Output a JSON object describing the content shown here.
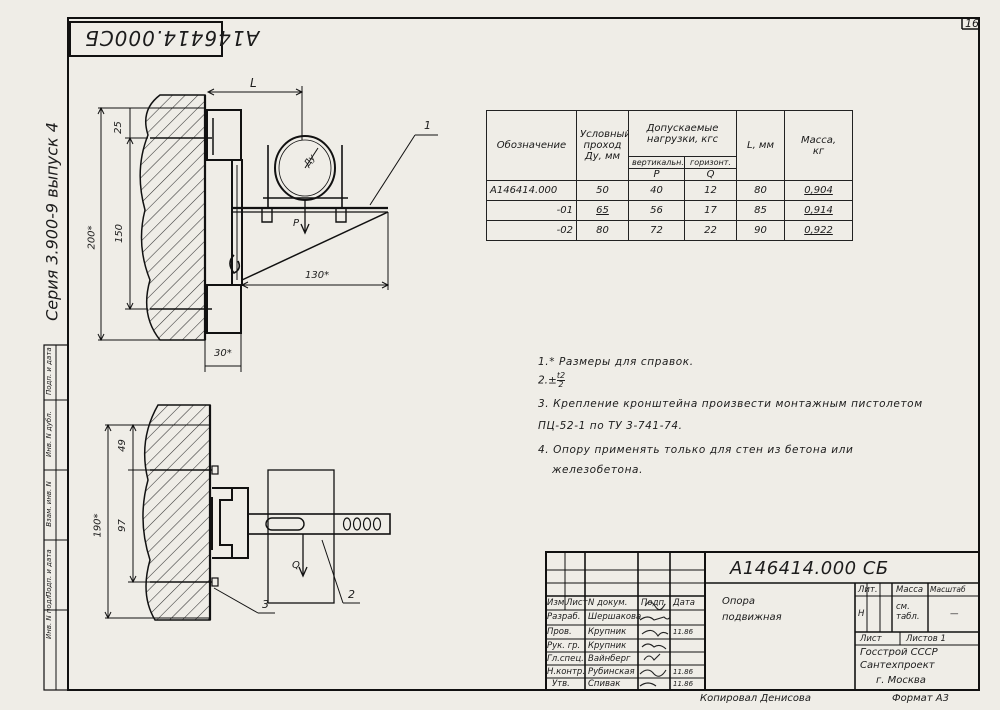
{
  "sheet": {
    "corner_number": "16",
    "stamp_code_mirrored": "A146414.000СБ",
    "series_label": "Серия 3.900-9 выпуск 4",
    "side_columns": [
      "Инв. N подл.",
      "Подп. и дата",
      "Взам. инв. N",
      "Инв. N дубл.",
      "Подп. и дата"
    ]
  },
  "drawing": {
    "dim_L": "L",
    "dim_25": "25",
    "dim_150": "150",
    "dim_200": "200*",
    "dim_130": "130*",
    "dim_30": "30*",
    "dim_49": "49",
    "dim_97": "97",
    "dim_190": "190*",
    "label_dy": "Ду",
    "label_P": "P",
    "label_Q": "Q",
    "callout_1": "1",
    "callout_2": "2",
    "callout_3": "3"
  },
  "spec_table": {
    "h_designation": "Обозначение",
    "h_nominal": [
      "Условный",
      "проход",
      "Ду, мм"
    ],
    "h_loads": [
      "Допускаемые",
      "нагрузки, кгс"
    ],
    "h_vertical": "вертикальн.",
    "h_horizontal": "горизонт.",
    "h_P": "P",
    "h_Q": "Q",
    "h_L": "L, мм",
    "h_mass": [
      "Масса,",
      "кг"
    ],
    "rows": [
      {
        "designation": "A146414.000",
        "dy": "50",
        "p": "40",
        "q": "12",
        "l": "80",
        "mass": "0,904"
      },
      {
        "designation": "-01",
        "dy": "65",
        "p": "56",
        "q": "17",
        "l": "85",
        "mass": "0,914"
      },
      {
        "designation": "-02",
        "dy": "80",
        "p": "72",
        "q": "22",
        "l": "90",
        "mass": "0,922"
      }
    ]
  },
  "notes": {
    "n1": "1.* Размеры для справок.",
    "n2_prefix": "2.",
    "n2_pm": "±",
    "n2_num": "t2",
    "n2_den": "2",
    "n3_line1": "3. Крепление кронштейна произвести монтажным пистолетом",
    "n3_line2": "ПЦ-52-1 по ТУ 3-741-74.",
    "n4_line1": "4. Опору применять только для стен из бетона или",
    "n4_line2": "железобетона."
  },
  "title_block": {
    "code": "A146414.000 СБ",
    "name_line1": "Опора",
    "name_line2": "подвижная",
    "col_izm": "Изм.",
    "col_list": "Лист",
    "col_ndok": "N докум.",
    "col_podp": "Подп.",
    "col_data": "Дата",
    "roles": [
      "Разраб.",
      "Пров.",
      "Рук. гр.",
      "Гл.спец.",
      "Н.контр.",
      "Утв."
    ],
    "people": [
      "Шершакова",
      "Крупник",
      "Крупник",
      "Вайнберг",
      "Рубинская",
      "Спивак"
    ],
    "dates": [
      "",
      "11.86",
      "",
      "",
      "11.86",
      "11.86"
    ],
    "lit": "Лит.",
    "mass": "Масса",
    "scale": "Масштаб",
    "mass_value": "см. табл.",
    "scale_value": "—",
    "lit_value": "Н",
    "sheet_label": "Лист",
    "sheets_label": "Листов 1",
    "org_line1": "Госстрой СССР",
    "org_line2": "Сантехпроект",
    "org_line3": "г. Москва"
  },
  "footer": {
    "copied": "Копировал  Денисова",
    "format": "Формат  А3"
  }
}
